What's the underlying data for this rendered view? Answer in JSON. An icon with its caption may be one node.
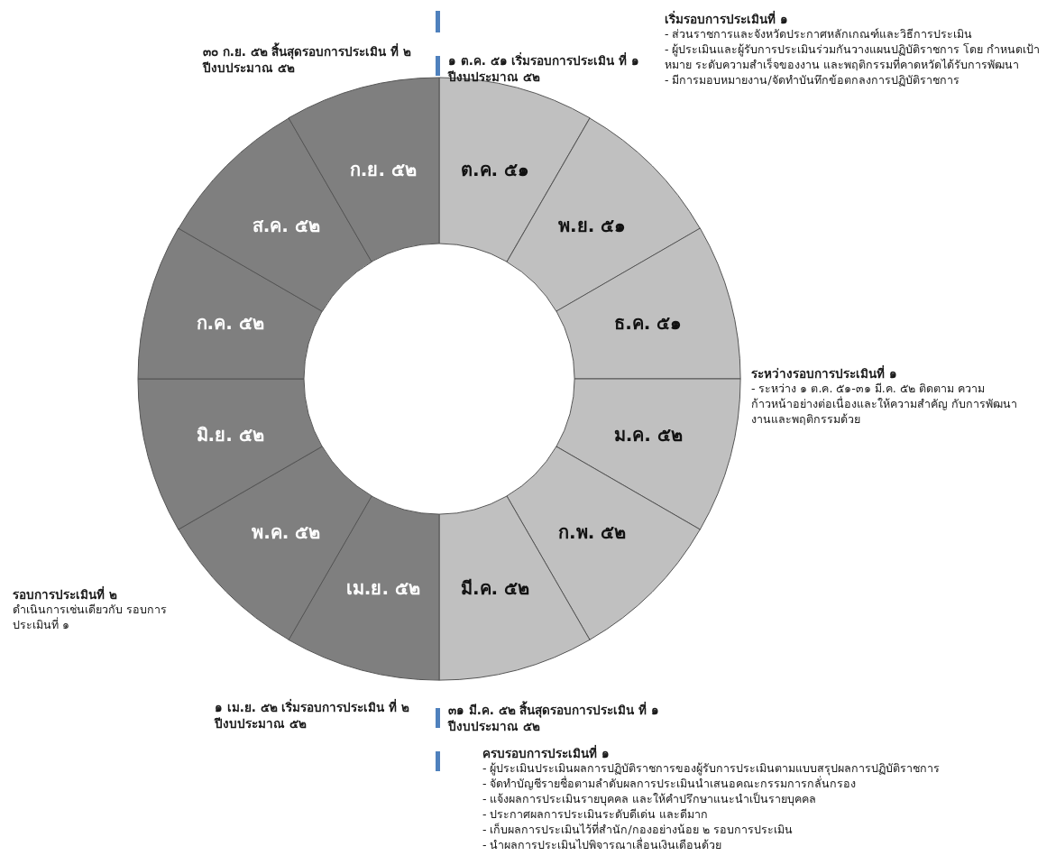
{
  "diagram": {
    "nodes": [
      {
        "text": [
          "ต.ค. ๕๑"
        ]
      },
      {
        "text": [
          "พ.ย. ๕๑"
        ]
      },
      {
        "text": [
          "ธ.ค. ๕๑"
        ]
      },
      {
        "text": [
          "ม.ค. ๕๒"
        ]
      },
      {
        "text": [
          "ก.พ. ๕๒"
        ]
      },
      {
        "text": [
          "มี.ค. ๕๒"
        ]
      },
      {
        "text": [
          "เม.ย. ๕๒"
        ]
      },
      {
        "text": [
          "พ.ค. ๕๒"
        ]
      },
      {
        "text": [
          "มิ.ย. ๕๒"
        ]
      },
      {
        "text": [
          "ก.ค. ๕๒"
        ]
      },
      {
        "text": [
          "ส.ค. ๕๒"
        ]
      },
      {
        "text": [
          "ก.ย. ๕๒"
        ]
      }
    ],
    "labels": [
      "เริ่มรอบการประเมินที่ ๑",
      "- ส่วนราชการและจังหวัดประกาศหลักเกณฑ์และวิธีการประเมิน",
      "- ผู้ประเมินและผู้รับการประเมินร่วมกันวางแผนปฏิบัติราชการ โดย กำหนดเป้าหมาย ระดับความสำเร็จของงาน และพฤติกรรมที่คาดหวัดได้รับการพัฒนา",
      "- มีการมอบหมายงาน/จัดทำบันทึกข้อตกลงการปฏิบัติราชการ",
      "๓๐ ก.ย. ๕๒ สิ้นสุดรอบการประเมิน ที่ ๒ ปีงบประมาณ ๕๒",
      "๑ ต.ค. ๕๑ เริ่มรอบการประเมิน ที่ ๑ ปีงบประมาณ ๕๒",
      "ระหว่างรอบการประเมินที่ ๑",
      "- ระหว่าง ๑ ต.ค. ๕๑-๓๑ มี.ค. ๕๒ ติดตาม ความก้าวหน้าอย่างต่อเนื่องและให้ความสำคัญ กับการพัฒนางานและพฤติกรรมด้วย",
      "รอบการประเมินที่ ๒",
      "ดำเนินการเช่นเดียวกับ รอบการประเมินที่ ๑",
      "๑ เม.ย. ๕๒ เริ่มรอบการประเมิน ที่ ๒ ปีงบประมาณ ๕๒",
      "๓๑ มี.ค. ๕๒ สิ้นสุดรอบการประเมิน ที่ ๑ ปีงบประมาณ ๕๒",
      "ครบรอบการประเมินที่ ๑",
      "- ผู้ประเมินประเมินผลการปฏิบัติราชการของผู้รับการประเมินตามแบบสรุปผลการปฏิบัติราชการ",
      "- จัดทำบัญชีรายชื่อตามลำดับผลการประเมินนำเสนอคณะกรรมการกลั่นกรอง",
      "- แจ้งผลการประเมินรายบุคคล และให้คำปรึกษาแนะนำเป็นรายบุคคล",
      "- ประกาศผลการประเมินระดับดีเด่น และดีมาก",
      "- เก็บผลการประเมินไว้ที่สำนัก/กองอย่างน้อย ๒ รอบการประเมิน",
      "- นำผลการประเมินไปพิจารณาเลื่อนเงินเดือนด้วย"
    ]
  }
}
